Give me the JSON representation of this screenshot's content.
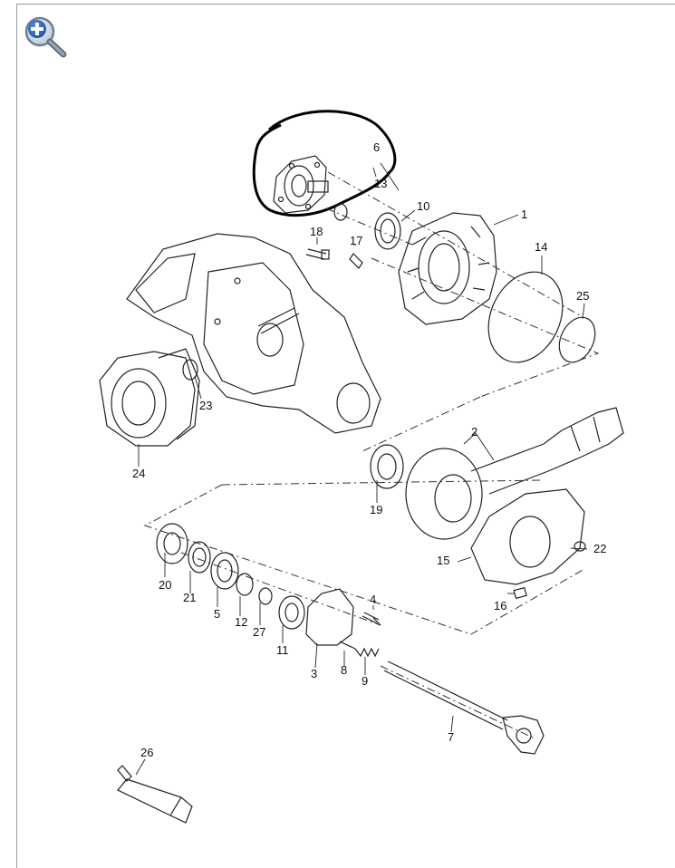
{
  "toolbar": {
    "zoom_icon": "magnifier-plus-icon"
  },
  "diagram": {
    "labels": [
      {
        "id": "p1",
        "text": "1"
      },
      {
        "id": "p2",
        "text": "2"
      },
      {
        "id": "p3",
        "text": "3"
      },
      {
        "id": "p4",
        "text": "4"
      },
      {
        "id": "p5",
        "text": "5"
      },
      {
        "id": "p6",
        "text": "6"
      },
      {
        "id": "p7",
        "text": "7"
      },
      {
        "id": "p8",
        "text": "8"
      },
      {
        "id": "p9",
        "text": "9"
      },
      {
        "id": "p10",
        "text": "10"
      },
      {
        "id": "p11",
        "text": "11"
      },
      {
        "id": "p12",
        "text": "12"
      },
      {
        "id": "p13",
        "text": "13"
      },
      {
        "id": "p14",
        "text": "14"
      },
      {
        "id": "p15",
        "text": "15"
      },
      {
        "id": "p16",
        "text": "16"
      },
      {
        "id": "p17",
        "text": "17"
      },
      {
        "id": "p18",
        "text": "18"
      },
      {
        "id": "p19",
        "text": "19"
      },
      {
        "id": "p20",
        "text": "20"
      },
      {
        "id": "p21",
        "text": "21"
      },
      {
        "id": "p22",
        "text": "22"
      },
      {
        "id": "p23",
        "text": "23"
      },
      {
        "id": "p24",
        "text": "24"
      },
      {
        "id": "p25",
        "text": "25"
      },
      {
        "id": "p26",
        "text": "26"
      },
      {
        "id": "p27",
        "text": "27"
      }
    ]
  }
}
